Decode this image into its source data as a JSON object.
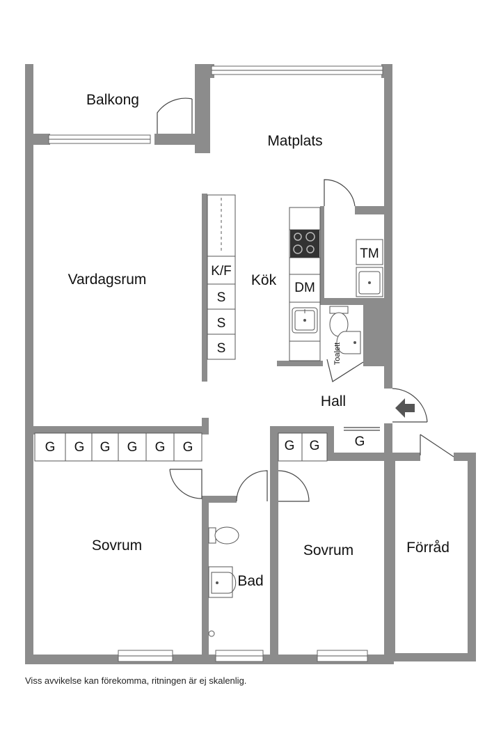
{
  "rooms": {
    "balkong": "Balkong",
    "matplats": "Matplats",
    "vardagsrum": "Vardagsrum",
    "kok": "Kök",
    "hall": "Hall",
    "sovrum_left": "Sovrum",
    "sovrum_right": "Sovrum",
    "bad": "Bad",
    "forrad": "Förråd",
    "toalett": "Toalett"
  },
  "fixtures": {
    "kf": "K/F",
    "s": "S",
    "dm": "DM",
    "tm": "TM",
    "g": "G"
  },
  "disclaimer": "Viss avvikelse kan förekomma, ritningen är ej skalenlig."
}
